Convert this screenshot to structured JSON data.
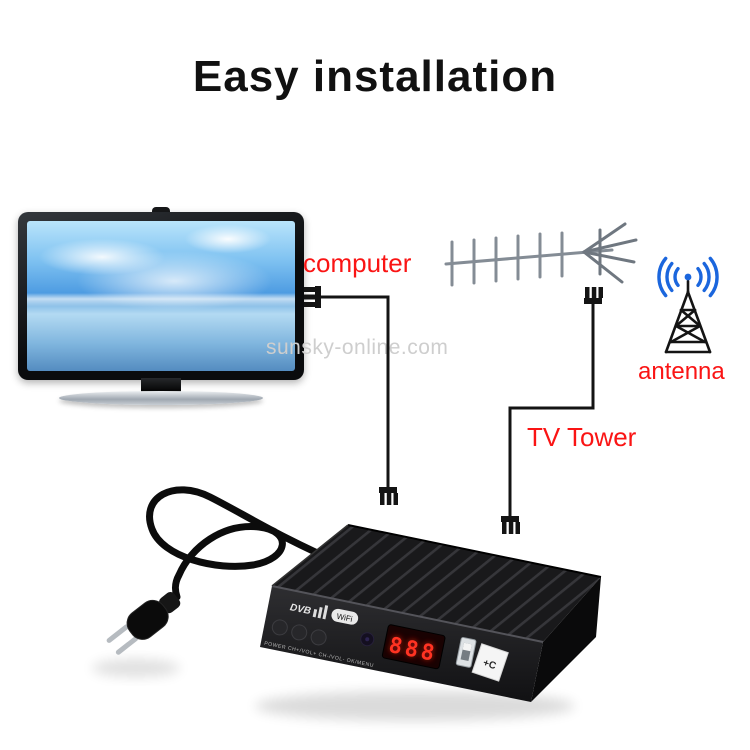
{
  "title": "Easy installation",
  "watermark": "sunsky-online.com",
  "labels": {
    "computer": "computer",
    "tv_tower": "TV Tower",
    "antenna": "antenna"
  },
  "device": {
    "brand": "DVB",
    "wifi_badge": "WiFi",
    "controls_text": "POWER   CH+/VOL+   CH-/VOL-   OK/MENU",
    "display_digits": "888",
    "usb_label": "+C"
  },
  "colors": {
    "label_red": "#fa1414",
    "title_black": "#111111",
    "signal_blue": "#1b66dd",
    "watermark_gray": "#cecece",
    "led_red": "#ff3322"
  }
}
